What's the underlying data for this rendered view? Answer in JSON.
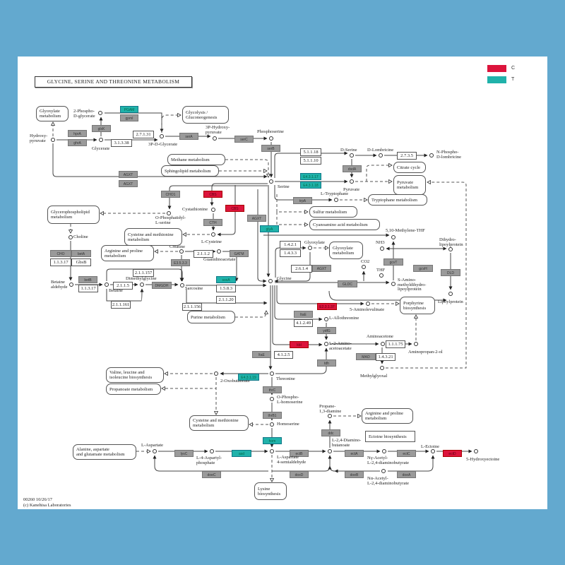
{
  "title": "GLYCINE, SERINE AND THREONINE METABOLISM",
  "legend": [
    {
      "label": "C",
      "color": "#dc143c"
    },
    {
      "label": "T",
      "color": "#20b2aa"
    }
  ],
  "colors": {
    "C": "#dc143c",
    "T": "#20b2aa",
    "gene": "#9a9a9a",
    "background": "#63a9cf"
  },
  "enzymes": [
    {
      "label": "PGAM",
      "highlight": "T"
    },
    {
      "label": "gpmI"
    },
    {
      "label": "glxK"
    },
    {
      "label": "hprA"
    },
    {
      "label": "ghrA"
    },
    {
      "label": "2.7.1.31",
      "type": "ec"
    },
    {
      "label": "3.1.3.38",
      "type": "ec"
    },
    {
      "label": "serA"
    },
    {
      "label": "serC"
    },
    {
      "label": "serB"
    },
    {
      "label": "5.1.1.18",
      "type": "ec"
    },
    {
      "label": "5.1.1.10",
      "type": "ec"
    },
    {
      "label": "dsdA"
    },
    {
      "label": "2.7.3.5",
      "type": "ec"
    },
    {
      "label": "E4.3.1.17",
      "highlight": "T"
    },
    {
      "label": "E4.3.1.18",
      "highlight": "T"
    },
    {
      "label": "AGXT"
    },
    {
      "label": "AGXT"
    },
    {
      "label": "CHO1"
    },
    {
      "label": "CBS",
      "highlight": "C"
    },
    {
      "label": "CBS",
      "highlight": "C"
    },
    {
      "label": "CTH"
    },
    {
      "label": "AGXT"
    },
    {
      "label": "glyA",
      "highlight": "T"
    },
    {
      "label": "trpA"
    },
    {
      "label": "1.4.2.1",
      "type": "ec"
    },
    {
      "label": "1.4.3.3",
      "type": "ec"
    },
    {
      "label": "2.6.1.4",
      "type": "ec"
    },
    {
      "label": "AGXT"
    },
    {
      "label": "CHO"
    },
    {
      "label": "betA"
    },
    {
      "label": "1.1.3.17",
      "type": "ec"
    },
    {
      "label": "GbsB",
      "type": "ec"
    },
    {
      "label": "E3.5.3.3"
    },
    {
      "label": "2.1.1.2",
      "type": "ec"
    },
    {
      "label": "GATM"
    },
    {
      "label": "betB"
    },
    {
      "label": "1.1.3.17",
      "type": "ec"
    },
    {
      "label": "2.1.1.157",
      "type": "ec"
    },
    {
      "label": "2.1.1.5",
      "type": "ec"
    },
    {
      "label": "DMGDH"
    },
    {
      "label": "soxA",
      "highlight": "T"
    },
    {
      "label": "1.5.8.3",
      "type": "ec"
    },
    {
      "label": "2.1.1.161",
      "type": "ec"
    },
    {
      "label": "2.1.1.20",
      "type": "ec"
    },
    {
      "label": "2.1.1.156",
      "type": "ec"
    },
    {
      "label": "GLDC"
    },
    {
      "label": "gcvT"
    },
    {
      "label": "gcvH"
    },
    {
      "label": "DLD"
    },
    {
      "label": "E2.3.1.37",
      "highlight": "C"
    },
    {
      "label": "ltaE"
    },
    {
      "label": "4.1.2.49",
      "type": "ec"
    },
    {
      "label": "ydfG"
    },
    {
      "label": "kbl",
      "highlight": "C"
    },
    {
      "label": "tdh"
    },
    {
      "label": "ltaE"
    },
    {
      "label": "4.1.2.5",
      "type": "ec"
    },
    {
      "label": "MAO"
    },
    {
      "label": "1.4.3.21",
      "type": "ec"
    },
    {
      "label": "1.1.1.75",
      "type": "ec"
    },
    {
      "label": "E4.3.1.19",
      "highlight": "T"
    },
    {
      "label": "thrC"
    },
    {
      "label": "thrB1"
    },
    {
      "label": "hom",
      "highlight": "T"
    },
    {
      "label": "lysC"
    },
    {
      "label": "asd",
      "highlight": "T"
    },
    {
      "label": "doeC"
    },
    {
      "label": "ectB"
    },
    {
      "label": "doxD"
    },
    {
      "label": "ddc"
    },
    {
      "label": "ectA"
    },
    {
      "label": "ectC"
    },
    {
      "label": "ectD",
      "highlight": "C"
    },
    {
      "label": "doeB"
    },
    {
      "label": "doeA"
    }
  ],
  "compounds": [
    "2-Phospho-\nD-glycerate",
    "Hydroxy-\npyruvate",
    "Glycerate",
    "3P-D-Glycerate",
    "3P-Hydroxy-\npyruvate",
    "Phosphoserine",
    "D-Serine",
    "D-Lombricine",
    "N-Phospho-\nD-lombricine",
    "Serine",
    "Pyruvate",
    "L-Tryptophane",
    "Cystathionine",
    "O-Phosphatidyl-\nL-serine",
    "L-Cysteine",
    "Choline",
    "Creatine",
    "Guanidinoacetate",
    "Glyoxylate",
    "Betaine\naldehyde",
    "Betaine",
    "Dimethylglycine",
    "Sarcosine",
    "Glycine",
    "5,10-Methylene-THF",
    "NH3",
    "Dihydro-\nlipoylprotein",
    "CO2",
    "THF",
    "S-Amino-\nmethyldihydro-\nlipoylprotein",
    "Lipoylprotein",
    "5-Aminolevulinate",
    "L-Allothreonine",
    "L-2-Amino-\nacetoacetate",
    "Aminoacetone",
    "Aminopropan-2-ol",
    "Methylglyoxal",
    "Threonine",
    "2-Oxobutanoate",
    "O-Phospho-\nL-homoserine",
    "Homoserine",
    "Propane-\n1,3-diamine",
    "L-Aspartate",
    "L-4-Aspartyl-\nphosphate",
    "L-Aspartate\n4-semialdehyde",
    "L-2,4-Diamino-\nbutanoate",
    "Nγ-Acetyl-\nL-2,4-diaminobutyrate",
    "L-Ectoine",
    "5-Hydroxyectoine",
    "Nα-Acetyl-\nL-2,4-diaminobutyrate"
  ],
  "maps": [
    "Glyoxylate\nmetabolism",
    "Glycolysis /\nGluconeogenesis",
    "Methane metabolism",
    "Sphingolipid metabolism",
    "Citrate cycle",
    "Pyruvate\nmetabolism",
    "Tryptophane metabolism",
    "Sulfur metabolism",
    "Cyanoamino acid metabolism",
    "Glycerophospholipid\nmetabolism",
    "Cysteine and methionine\nmetabolism",
    "Arginine and proline\nmetabolism",
    "Glyoxylate\nmetabolism",
    "Purine metabolism",
    "Porphyrine\nbiosynthesis",
    "Valine, leucine and\nisoleucine biosynthesis",
    "Propanoate metabolism",
    "Cysteine and methionine\nmetabolism",
    "Arginine and proline\nmetabolism",
    "Ectoine biosynthesis",
    "Alanine, aspartate\nand glutamate metabolism",
    "Lysine\nbiosynthesis"
  ],
  "footer": {
    "id_date": "00260 10/26/17",
    "copyright": "(c) Kanehisa Laboratories"
  }
}
